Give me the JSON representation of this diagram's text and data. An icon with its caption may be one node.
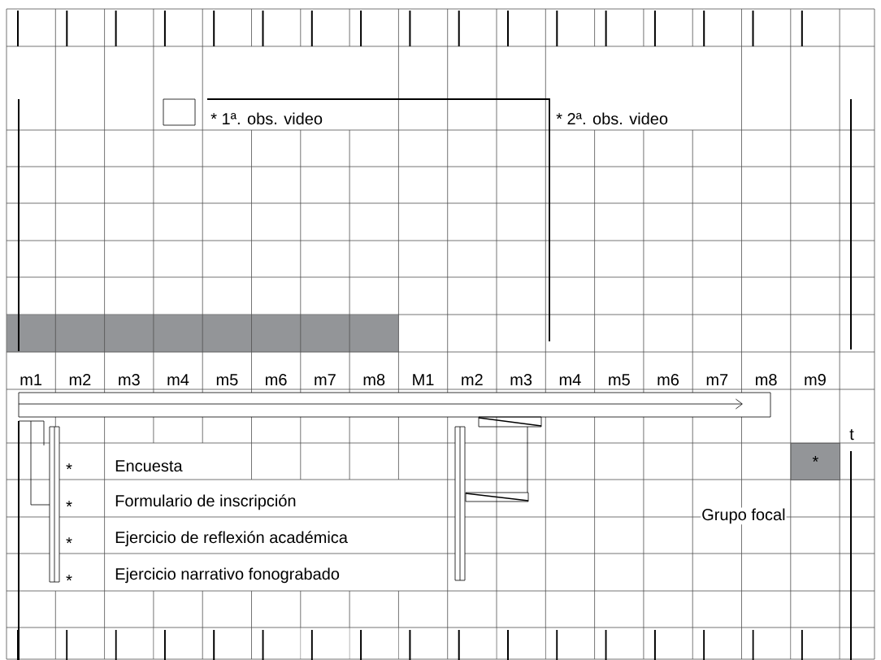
{
  "diagram": {
    "nodes": [
      {
        "text": [],
        "shape": "bar"
      },
      {
        "text": [
          "*"
        ]
      }
    ],
    "labels": [
      "* 1ª. obs. video",
      "* 2ª. obs. video",
      "m1",
      "m2",
      "m3",
      "m4",
      "m5",
      "m6",
      "m7",
      "m8",
      "M1",
      "m2",
      "m3",
      "m4",
      "m5",
      "m6",
      "m7",
      "m8",
      "m9",
      "t",
      "*",
      "Encuesta",
      "*",
      "Formulario de inscripción",
      "Grupo focal",
      "*",
      "Ejercicio de reflexión académica",
      "*",
      "Ejercicio narrativo fonograbado"
    ]
  }
}
